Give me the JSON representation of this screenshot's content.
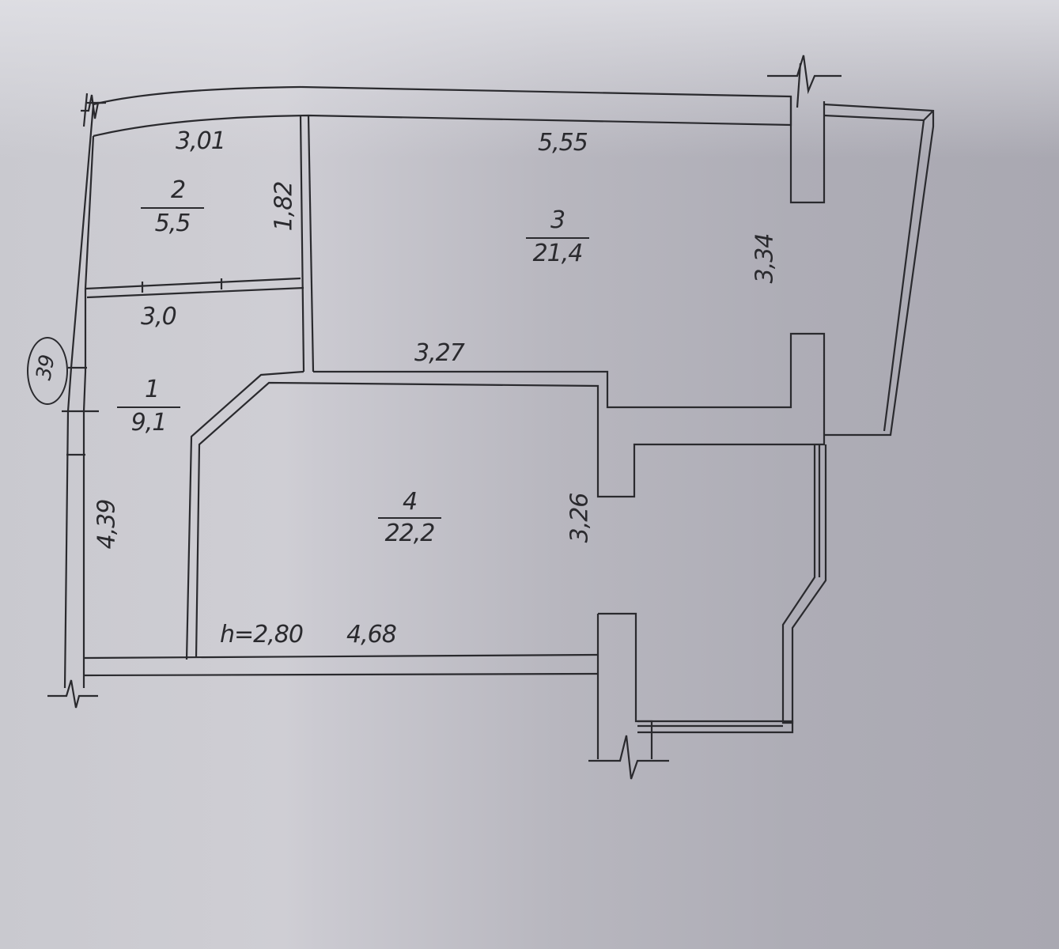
{
  "axis_marker": "39",
  "ceiling_height": "h=2,80",
  "rooms": [
    {
      "number": "1",
      "area": "9,1"
    },
    {
      "number": "2",
      "area": "5,5"
    },
    {
      "number": "3",
      "area": "21,4"
    },
    {
      "number": "4",
      "area": "22,2"
    }
  ],
  "dimensions": {
    "room2_width": "3,01",
    "room2_depth": "1,82",
    "room3_width": "5,55",
    "room3_depth": "3,34",
    "room1_width": "3,0",
    "room1_depth": "4,39",
    "room3_lower_width": "3,27",
    "room4_depth": "3,26",
    "room4_width": "4,68"
  },
  "colors": {
    "ink": "#2a2a2e",
    "paper": "#c9c9cf"
  }
}
